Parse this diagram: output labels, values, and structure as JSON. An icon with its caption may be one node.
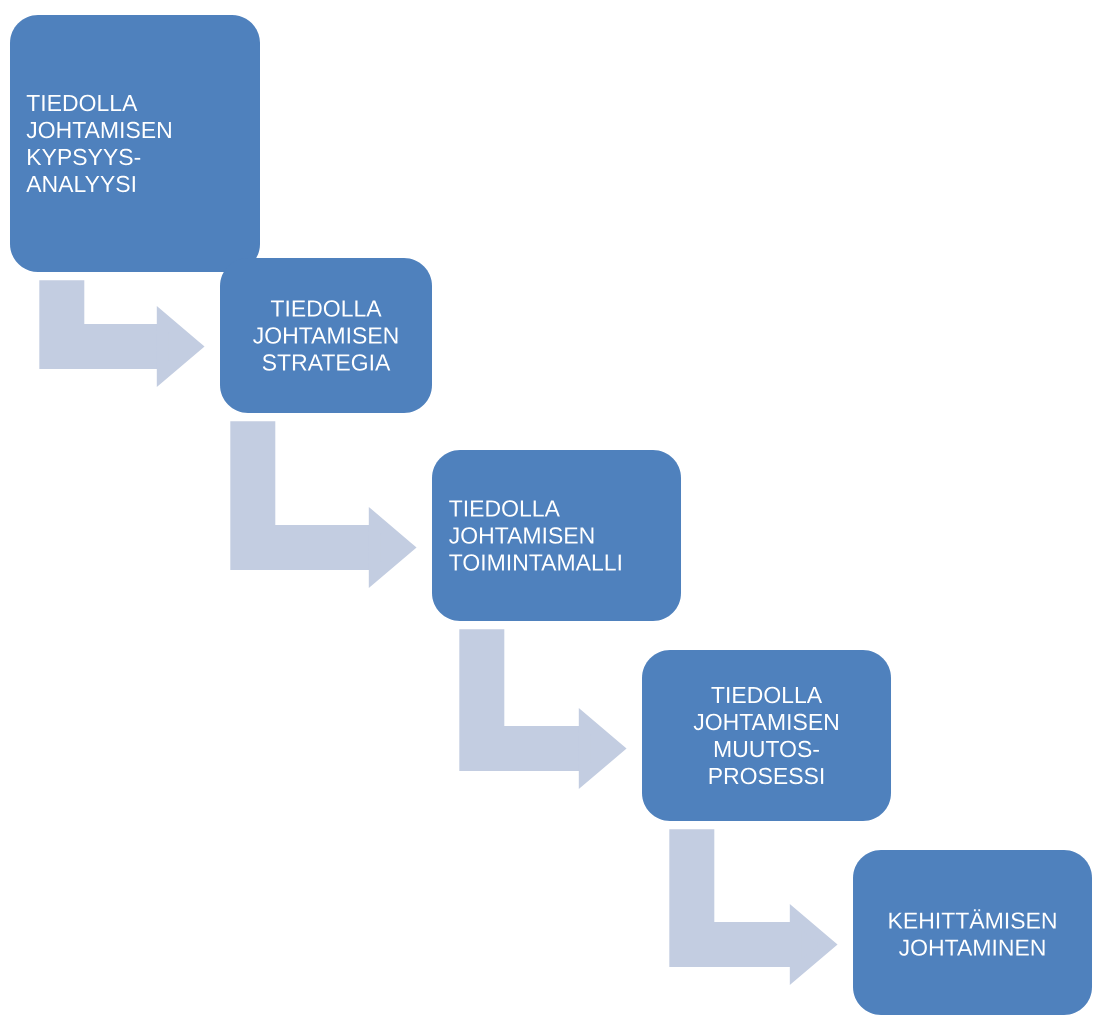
{
  "diagram": {
    "nodes": [
      {
        "text": [
          "TIEDOLLA JOHTAMISEN KYPSYYS- ANALYYSI"
        ]
      },
      {
        "text": [
          "TIEDOLLA JOHTAMISEN STRATEGIA"
        ]
      },
      {
        "text": [
          "TIEDOLLA JOHTAMISEN TOIMINTAMALLI"
        ]
      },
      {
        "text": [
          "TIEDOLLA JOHTAMISEN MUUTOS- PROSESSI"
        ]
      },
      {
        "text": [
          "KEHITTÄMISEN JOHTAMINEN"
        ]
      }
    ],
    "edges": [
      {
        "from": 0,
        "to": 1,
        "arrow": "to"
      },
      {
        "from": 1,
        "to": 2,
        "arrow": "to"
      },
      {
        "from": 2,
        "to": 3,
        "arrow": "to"
      },
      {
        "from": 3,
        "to": 4,
        "arrow": "to"
      }
    ]
  }
}
